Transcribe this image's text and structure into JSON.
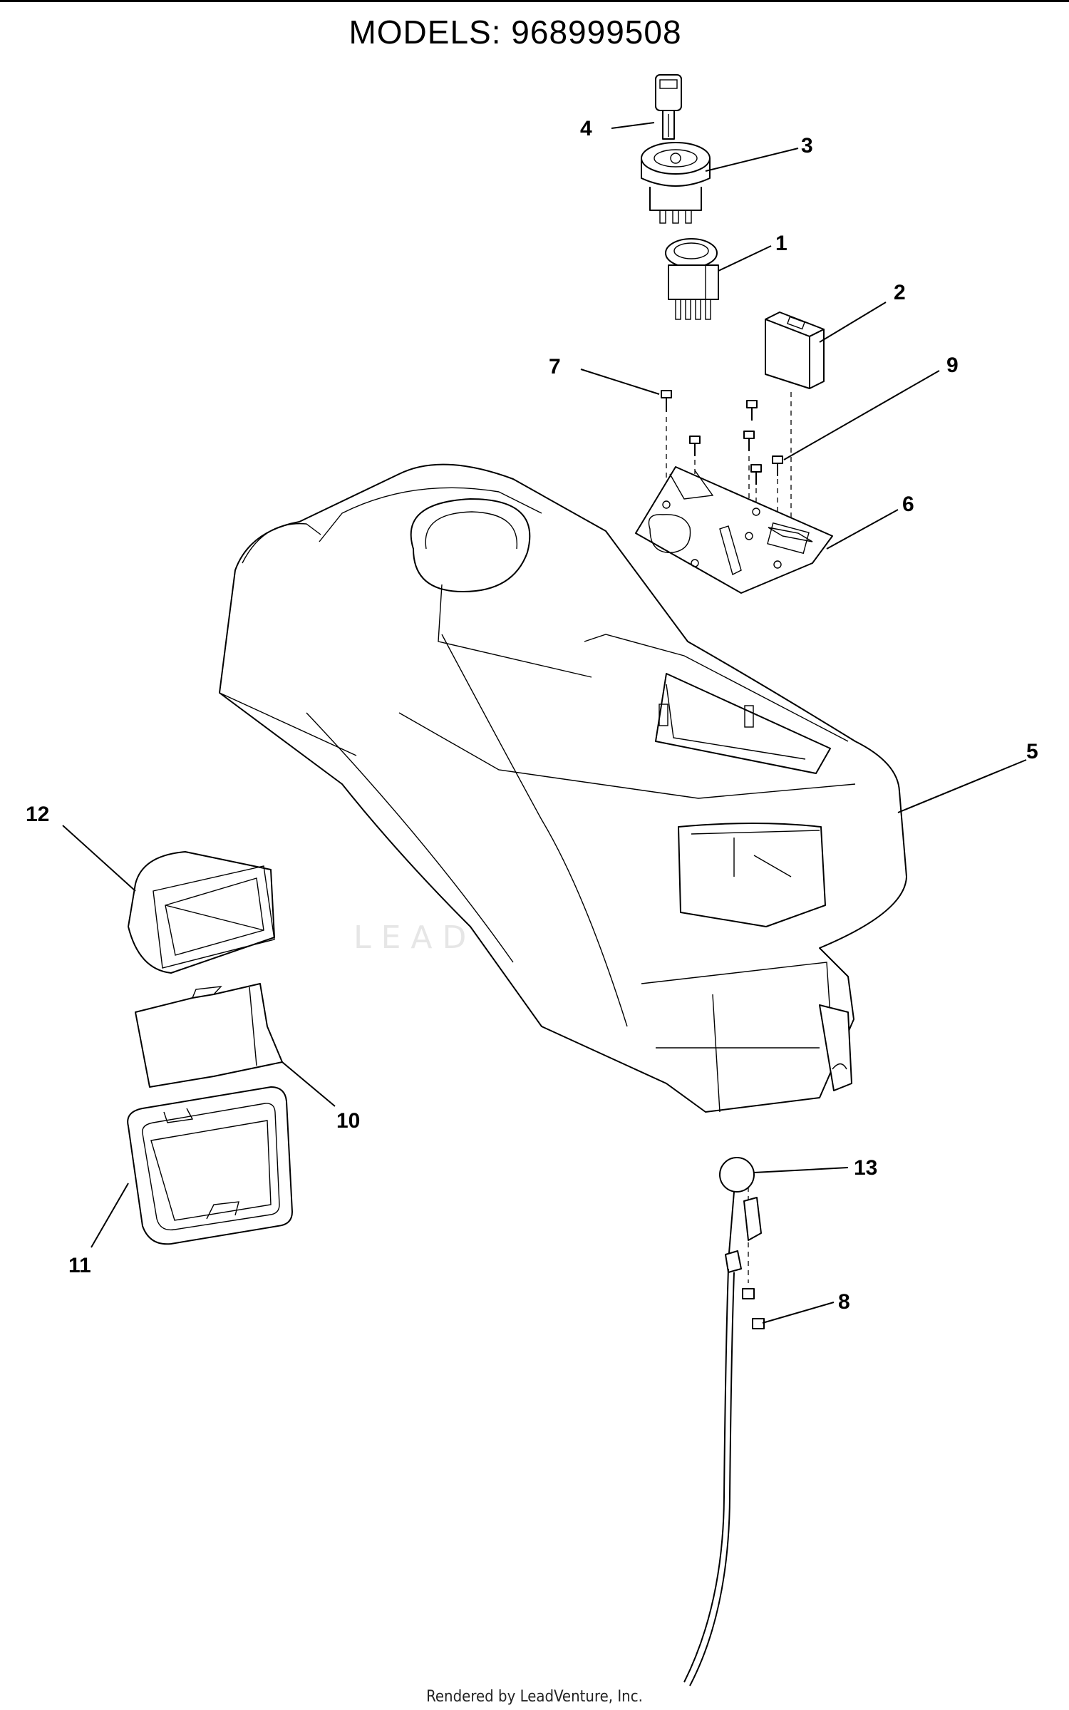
{
  "header": {
    "title": "MODELS:  968999508"
  },
  "footer": {
    "text": "Rendered by LeadVenture, Inc."
  },
  "watermark": {
    "text": "LEADVENTURE"
  },
  "callouts": {
    "c1": "1",
    "c2": "2",
    "c3": "3",
    "c4": "4",
    "c5": "5",
    "c6": "6",
    "c7": "7",
    "c8": "8",
    "c9": "9",
    "c10": "10",
    "c11": "11",
    "c12": "12",
    "c13": "13"
  }
}
